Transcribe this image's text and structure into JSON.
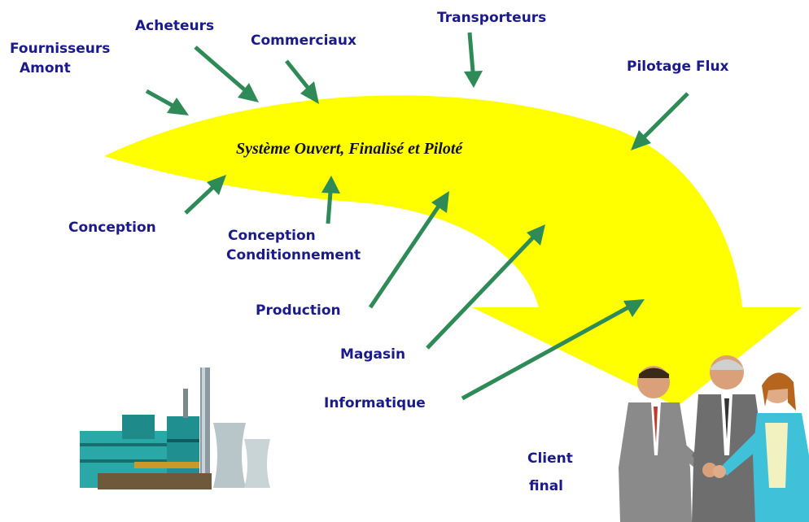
{
  "diagram": {
    "title": "Système Ouvert, Finalisé et Piloté",
    "labels": {
      "fournisseurs_amont": [
        "Fournisseurs",
        "Amont"
      ],
      "acheteurs": "Acheteurs",
      "commerciaux": "Commerciaux",
      "transporteurs": "Transporteurs",
      "pilotage_flux": "Pilotage Flux",
      "conception": "Conception",
      "conception_conditionnement": [
        "Conception",
        "Conditionnement"
      ],
      "production": "Production",
      "magasin": "Magasin",
      "informatique": "Informatique",
      "client_final": [
        "Client",
        "final"
      ]
    },
    "colors": {
      "flow_arrow": "#ffff00",
      "small_arrows": "#2e8b57",
      "label_text": "#1a1a8c",
      "factory": "#2aa7a7"
    },
    "icons": [
      "factory-icon",
      "handshake-people-icon"
    ]
  }
}
